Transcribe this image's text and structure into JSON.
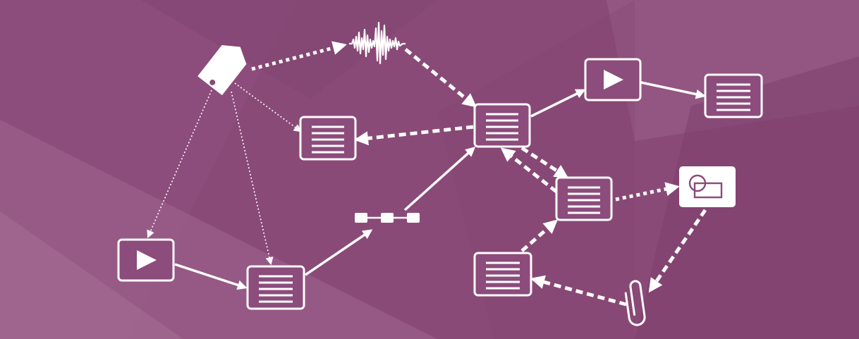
{
  "colors": {
    "background": "#8a4a78",
    "background_dark": "#7a3d6a",
    "background_light": "#a46a94",
    "stroke": "#ffffff",
    "node_fill": "#8c4c7c",
    "image_node_fill": "#ffffff",
    "image_icon": "#8a4a78"
  },
  "nodes": [
    {
      "id": "tag",
      "type": "tag",
      "icon": "tag-icon"
    },
    {
      "id": "audio",
      "type": "audio",
      "icon": "waveform-icon"
    },
    {
      "id": "doc-center",
      "type": "document",
      "icon": "document-icon"
    },
    {
      "id": "doc-left",
      "type": "document",
      "icon": "document-icon"
    },
    {
      "id": "video-top",
      "type": "video",
      "icon": "play-icon"
    },
    {
      "id": "doc-right-top",
      "type": "document",
      "icon": "document-icon"
    },
    {
      "id": "doc-mid-right",
      "type": "document",
      "icon": "document-icon"
    },
    {
      "id": "image",
      "type": "image",
      "icon": "shapes-icon"
    },
    {
      "id": "chain",
      "type": "chain",
      "icon": "linked-nodes-icon"
    },
    {
      "id": "video-left",
      "type": "video",
      "icon": "play-icon"
    },
    {
      "id": "doc-bottom-left",
      "type": "document",
      "icon": "document-icon"
    },
    {
      "id": "doc-bottom-right",
      "type": "document",
      "icon": "document-icon"
    },
    {
      "id": "attachment",
      "type": "attachment",
      "icon": "paperclip-icon"
    }
  ],
  "edges": [
    {
      "from": "tag",
      "to": "audio",
      "style": "dotted-heavy"
    },
    {
      "from": "tag",
      "to": "doc-left",
      "style": "dotted-light"
    },
    {
      "from": "tag",
      "to": "video-left",
      "style": "dotted-light"
    },
    {
      "from": "tag",
      "to": "doc-bottom-left",
      "style": "dotted-light"
    },
    {
      "from": "audio",
      "to": "doc-center",
      "style": "dashed"
    },
    {
      "from": "doc-center",
      "to": "doc-left",
      "style": "dashed"
    },
    {
      "from": "doc-center",
      "to": "video-top",
      "style": "solid"
    },
    {
      "from": "video-top",
      "to": "doc-right-top",
      "style": "solid"
    },
    {
      "from": "doc-center",
      "to": "doc-mid-right",
      "style": "dashed"
    },
    {
      "from": "doc-mid-right",
      "to": "doc-center",
      "style": "dashed"
    },
    {
      "from": "doc-mid-right",
      "to": "image",
      "style": "dotted-heavy"
    },
    {
      "from": "image",
      "to": "attachment",
      "style": "dashed"
    },
    {
      "from": "attachment",
      "to": "doc-bottom-right",
      "style": "dashed"
    },
    {
      "from": "doc-bottom-right",
      "to": "doc-mid-right",
      "style": "dashed"
    },
    {
      "from": "video-left",
      "to": "doc-bottom-left",
      "style": "solid"
    },
    {
      "from": "doc-bottom-left",
      "to": "chain",
      "style": "solid"
    },
    {
      "from": "chain",
      "to": "doc-center",
      "style": "solid"
    }
  ]
}
